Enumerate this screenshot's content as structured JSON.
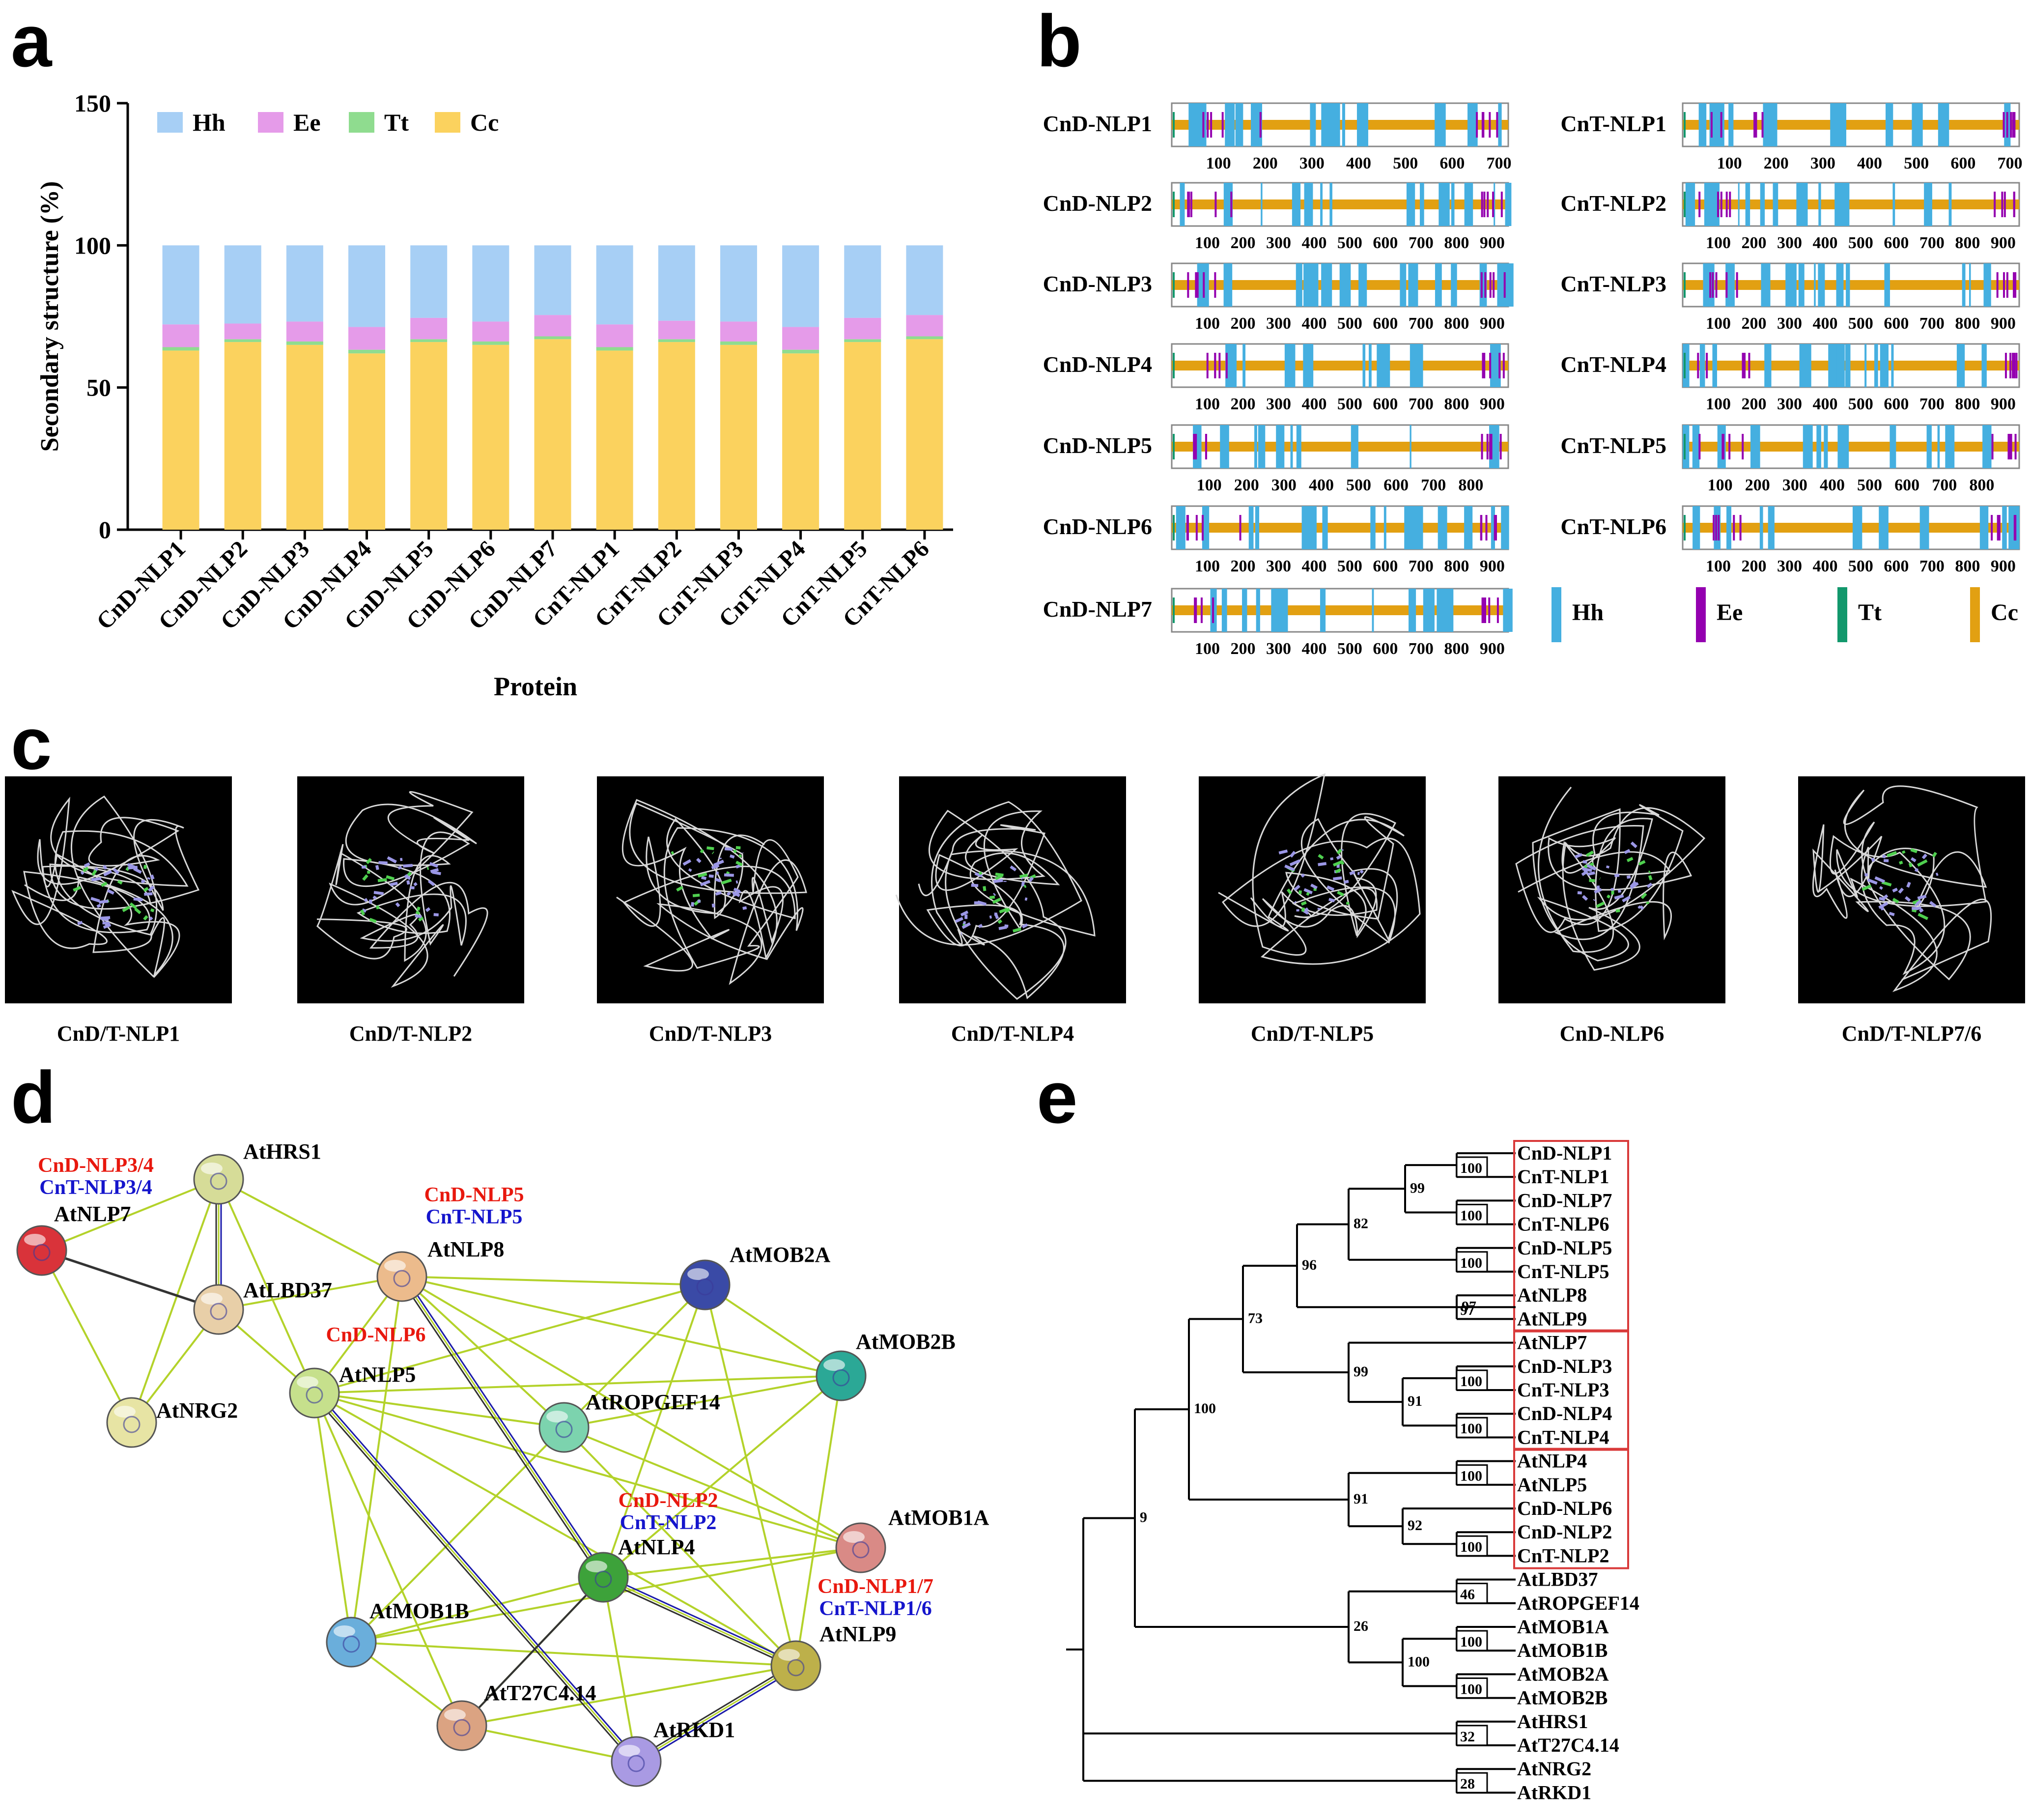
{
  "panel_labels": [
    "a",
    "b",
    "c",
    "d",
    "e"
  ],
  "colors": {
    "helix": "#a7cff5",
    "strand": "#e59be9",
    "turn": "#8fdc8f",
    "coil": "#fbd25e",
    "helix_b": "#45afe0",
    "strand_b": "#9400b0",
    "turn_b": "#12986c",
    "coil_b": "#e2a012",
    "red": "#e8180e",
    "blue": "#1515cc",
    "edge_green": "#b3d22a",
    "box_red": "#d93a3a"
  },
  "chart_data": {
    "type": "bar",
    "stacked": true,
    "categories": [
      "CnD-NLP1",
      "CnD-NLP2",
      "CnD-NLP3",
      "CnD-NLP4",
      "CnD-NLP5",
      "CnD-NLP6",
      "CnD-NLP7",
      "CnT-NLP1",
      "CnT-NLP2",
      "CnT-NLP3",
      "CnT-NLP4",
      "CnT-NLP5",
      "CnT-NLP6"
    ],
    "series": [
      {
        "name": "Cc",
        "values": [
          63,
          66,
          65,
          62,
          66,
          65,
          67,
          63,
          66,
          65,
          62,
          66,
          67
        ]
      },
      {
        "name": "Tt",
        "values": [
          1.2,
          1.0,
          1.2,
          1.3,
          1.0,
          1.2,
          1.0,
          1.2,
          1.0,
          1.2,
          1.3,
          1.0,
          1.0
        ]
      },
      {
        "name": "Ee",
        "values": [
          8,
          5.5,
          7,
          8,
          7.5,
          7,
          7.5,
          8,
          6.5,
          7,
          8,
          7.5,
          7.5
        ]
      },
      {
        "name": "Hh",
        "values": [
          27.8,
          27.5,
          26.8,
          28.7,
          25.5,
          26.8,
          24.5,
          27.8,
          26.5,
          26.8,
          28.7,
          25.5,
          24.5
        ]
      }
    ],
    "ylabel": "Secondary structure (%)",
    "xlabel": "Protein",
    "ylim": [
      0,
      150
    ],
    "yticks": [
      "0",
      "50",
      "100",
      "150"
    ],
    "legend": [
      "Hh",
      "Ee",
      "Tt",
      "Cc"
    ],
    "legend_position": "top"
  },
  "panel_b": {
    "legend": [
      "Hh",
      "Ee",
      "Tt",
      "Cc"
    ],
    "proteins": [
      {
        "name": "CnD-NLP1",
        "length": 720,
        "ticks": [
          "100",
          "200",
          "300",
          "400",
          "500",
          "600",
          "700"
        ]
      },
      {
        "name": "CnT-NLP1",
        "length": 720,
        "ticks": [
          "100",
          "200",
          "300",
          "400",
          "500",
          "600",
          "700"
        ]
      },
      {
        "name": "CnD-NLP2",
        "length": 945,
        "ticks": [
          "100",
          "200",
          "300",
          "400",
          "500",
          "600",
          "700",
          "800",
          "900"
        ]
      },
      {
        "name": "CnT-NLP2",
        "length": 945,
        "ticks": [
          "100",
          "200",
          "300",
          "400",
          "500",
          "600",
          "700",
          "800",
          "900"
        ]
      },
      {
        "name": "CnD-NLP3",
        "length": 945,
        "ticks": [
          "100",
          "200",
          "300",
          "400",
          "500",
          "600",
          "700",
          "800",
          "900"
        ]
      },
      {
        "name": "CnT-NLP3",
        "length": 945,
        "ticks": [
          "100",
          "200",
          "300",
          "400",
          "500",
          "600",
          "700",
          "800",
          "900"
        ]
      },
      {
        "name": "CnD-NLP4",
        "length": 945,
        "ticks": [
          "100",
          "200",
          "300",
          "400",
          "500",
          "600",
          "700",
          "800",
          "900"
        ]
      },
      {
        "name": "CnT-NLP4",
        "length": 945,
        "ticks": [
          "100",
          "200",
          "300",
          "400",
          "500",
          "600",
          "700",
          "800",
          "900"
        ]
      },
      {
        "name": "CnD-NLP5",
        "length": 900,
        "ticks": [
          "100",
          "200",
          "300",
          "400",
          "500",
          "600",
          "700",
          "800"
        ]
      },
      {
        "name": "CnT-NLP5",
        "length": 900,
        "ticks": [
          "100",
          "200",
          "300",
          "400",
          "500",
          "600",
          "700",
          "800"
        ]
      },
      {
        "name": "CnD-NLP6",
        "length": 945,
        "ticks": [
          "100",
          "200",
          "300",
          "400",
          "500",
          "600",
          "700",
          "800",
          "900"
        ]
      },
      {
        "name": "CnT-NLP6",
        "length": 945,
        "ticks": [
          "100",
          "200",
          "300",
          "400",
          "500",
          "600",
          "700",
          "800",
          "900"
        ]
      },
      {
        "name": "CnD-NLP7",
        "length": 945,
        "ticks": [
          "100",
          "200",
          "300",
          "400",
          "500",
          "600",
          "700",
          "800",
          "900"
        ]
      }
    ]
  },
  "panel_c": {
    "structures": [
      "CnD/T-NLP1",
      "CnD/T-NLP2",
      "CnD/T-NLP3",
      "CnD/T-NLP4",
      "CnD/T-NLP5",
      "CnD-NLP6",
      "CnD/T-NLP7/6"
    ]
  },
  "panel_d": {
    "nodes": [
      {
        "id": "AtNLP7",
        "label": "AtNLP7",
        "color": "#d9333a"
      },
      {
        "id": "AtHRS1",
        "label": "AtHRS1",
        "color": "#d6dc98"
      },
      {
        "id": "AtLBD37",
        "label": "AtLBD37",
        "color": "#e8cfa8"
      },
      {
        "id": "AtNRG2",
        "label": "AtNRG2",
        "color": "#e7e4a4"
      },
      {
        "id": "AtNLP8",
        "label": "AtNLP8",
        "color": "#ecbb8c"
      },
      {
        "id": "AtNLP5",
        "label": "AtNLP5",
        "color": "#c6e08c"
      },
      {
        "id": "AtMOB2A",
        "label": "AtMOB2A",
        "color": "#3a4aa6"
      },
      {
        "id": "AtMOB2B",
        "label": "AtMOB2B",
        "color": "#2ba896"
      },
      {
        "id": "AtROPGEF14",
        "label": "AtROPGEF14",
        "color": "#7cd3ae"
      },
      {
        "id": "AtMOB1A",
        "label": "AtMOB1A",
        "color": "#d98a86"
      },
      {
        "id": "AtNLP4",
        "label": "AtNLP4",
        "color": "#3da23a"
      },
      {
        "id": "AtMOB1B",
        "label": "AtMOB1B",
        "color": "#6aaedb"
      },
      {
        "id": "AtNLP9",
        "label": "AtNLP9",
        "color": "#bdb04a"
      },
      {
        "id": "AtT27C4.14",
        "label": "AtT27C4.14",
        "color": "#dba382"
      },
      {
        "id": "AtRKD1",
        "label": "AtRKD1",
        "color": "#a99ae3"
      }
    ],
    "annotations": [
      {
        "text": "CnD-NLP3/4",
        "color": "red"
      },
      {
        "text": "CnT-NLP3/4",
        "color": "blue"
      },
      {
        "text": "CnD-NLP5",
        "color": "red"
      },
      {
        "text": "CnT-NLP5",
        "color": "blue"
      },
      {
        "text": "CnD-NLP6",
        "color": "red"
      },
      {
        "text": "CnD-NLP2",
        "color": "red"
      },
      {
        "text": "CnT-NLP2",
        "color": "blue"
      },
      {
        "text": "CnD-NLP1/7",
        "color": "red"
      },
      {
        "text": "CnT-NLP1/6",
        "color": "blue"
      }
    ]
  },
  "panel_e": {
    "leaves": [
      "CnD-NLP1",
      "CnT-NLP1",
      "CnD-NLP7",
      "CnT-NLP6",
      "CnD-NLP5",
      "CnT-NLP5",
      "AtNLP8",
      "AtNLP9",
      "AtNLP7",
      "CnD-NLP3",
      "CnT-NLP3",
      "CnD-NLP4",
      "CnT-NLP4",
      "AtNLP4",
      "AtNLP5",
      "CnD-NLP6",
      "CnD-NLP2",
      "CnT-NLP2",
      "AtLBD37",
      "AtROPGEF14",
      "AtMOB1A",
      "AtMOB1B",
      "AtMOB2A",
      "AtMOB2B",
      "AtHRS1",
      "AtT27C4.14",
      "AtNRG2",
      "AtRKD1"
    ],
    "bootstrap": [
      "100",
      "100",
      "99",
      "100",
      "82",
      "97",
      "96",
      "100",
      "100",
      "91",
      "99",
      "73",
      "100",
      "100",
      "92",
      "91",
      "100",
      "46",
      "100",
      "100",
      "100",
      "26",
      "9",
      "32",
      "28"
    ]
  }
}
